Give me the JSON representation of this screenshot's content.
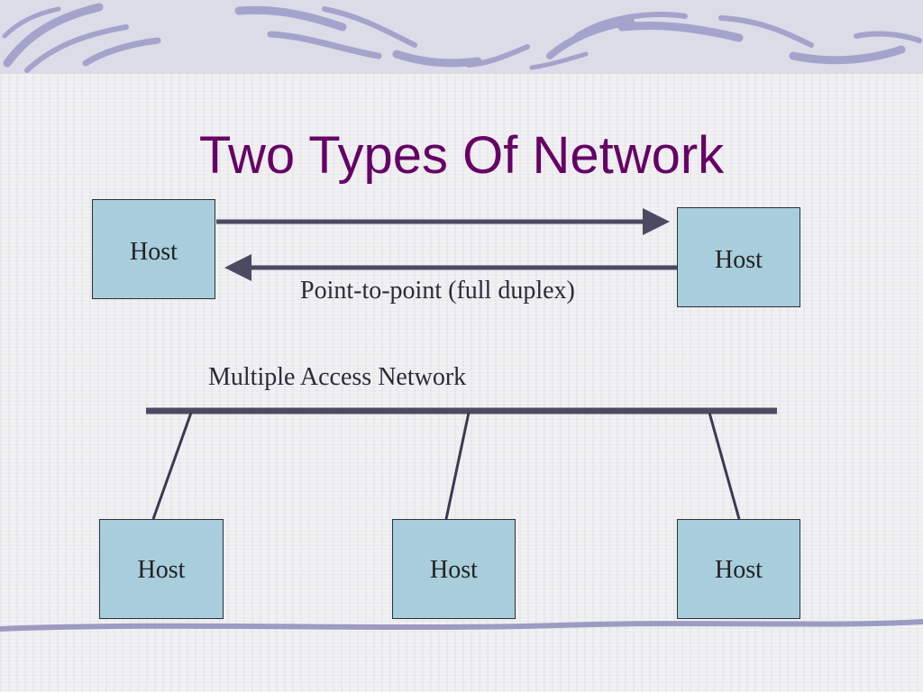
{
  "slide": {
    "title": "Two Types Of Network"
  },
  "point_to_point": {
    "left_host": "Host",
    "right_host": "Host",
    "caption": "Point-to-point (full duplex)"
  },
  "multiple_access": {
    "caption": "Multiple Access Network",
    "hosts": [
      "Host",
      "Host",
      "Host"
    ]
  },
  "colors": {
    "title": "#660066",
    "host_fill": "#a8cddc",
    "link_line": "#4a4a62",
    "decoration": "#9b9bc4"
  }
}
